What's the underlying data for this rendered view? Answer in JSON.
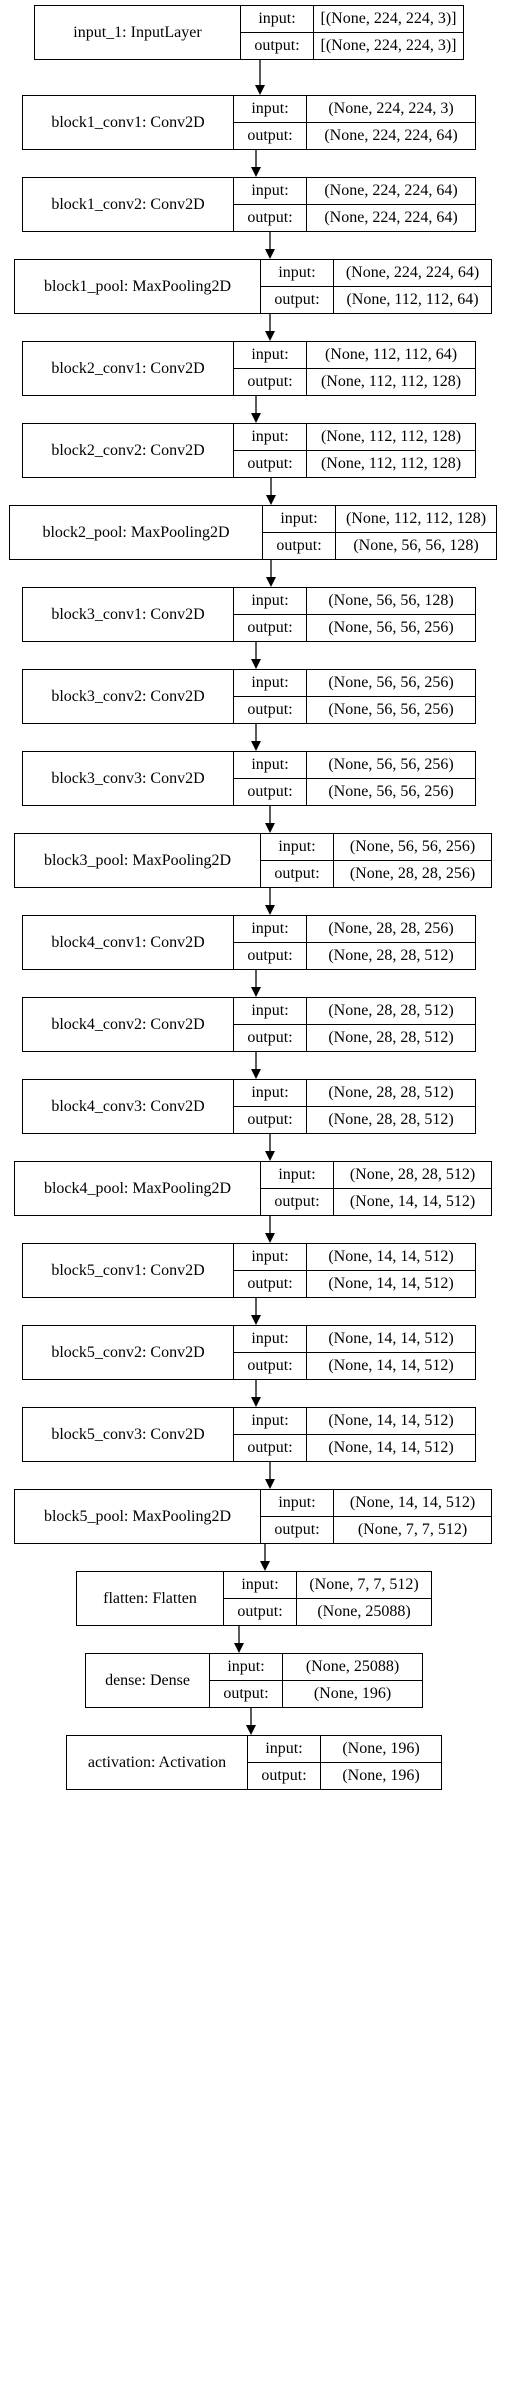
{
  "labels": {
    "input": "input:",
    "output": "output:"
  },
  "nodes": [
    {
      "name": "input_1: InputLayer",
      "input": "[(None, 224, 224, 3)]",
      "output": "[(None, 224, 224, 3)]"
    },
    {
      "name": "block1_conv1: Conv2D",
      "input": "(None, 224, 224, 3)",
      "output": "(None, 224, 224, 64)"
    },
    {
      "name": "block1_conv2: Conv2D",
      "input": "(None, 224, 224, 64)",
      "output": "(None, 224, 224, 64)"
    },
    {
      "name": "block1_pool: MaxPooling2D",
      "input": "(None, 224, 224, 64)",
      "output": "(None, 112, 112, 64)"
    },
    {
      "name": "block2_conv1: Conv2D",
      "input": "(None, 112, 112, 64)",
      "output": "(None, 112, 112, 128)"
    },
    {
      "name": "block2_conv2: Conv2D",
      "input": "(None, 112, 112, 128)",
      "output": "(None, 112, 112, 128)"
    },
    {
      "name": "block2_pool: MaxPooling2D",
      "input": "(None, 112, 112, 128)",
      "output": "(None, 56, 56, 128)"
    },
    {
      "name": "block3_conv1: Conv2D",
      "input": "(None, 56, 56, 128)",
      "output": "(None, 56, 56, 256)"
    },
    {
      "name": "block3_conv2: Conv2D",
      "input": "(None, 56, 56, 256)",
      "output": "(None, 56, 56, 256)"
    },
    {
      "name": "block3_conv3: Conv2D",
      "input": "(None, 56, 56, 256)",
      "output": "(None, 56, 56, 256)"
    },
    {
      "name": "block3_pool: MaxPooling2D",
      "input": "(None, 56, 56, 256)",
      "output": "(None, 28, 28, 256)"
    },
    {
      "name": "block4_conv1: Conv2D",
      "input": "(None, 28, 28, 256)",
      "output": "(None, 28, 28, 512)"
    },
    {
      "name": "block4_conv2: Conv2D",
      "input": "(None, 28, 28, 512)",
      "output": "(None, 28, 28, 512)"
    },
    {
      "name": "block4_conv3: Conv2D",
      "input": "(None, 28, 28, 512)",
      "output": "(None, 28, 28, 512)"
    },
    {
      "name": "block4_pool: MaxPooling2D",
      "input": "(None, 28, 28, 512)",
      "output": "(None, 14, 14, 512)"
    },
    {
      "name": "block5_conv1: Conv2D",
      "input": "(None, 14, 14, 512)",
      "output": "(None, 14, 14, 512)"
    },
    {
      "name": "block5_conv2: Conv2D",
      "input": "(None, 14, 14, 512)",
      "output": "(None, 14, 14, 512)"
    },
    {
      "name": "block5_conv3: Conv2D",
      "input": "(None, 14, 14, 512)",
      "output": "(None, 14, 14, 512)"
    },
    {
      "name": "block5_pool: MaxPooling2D",
      "input": "(None, 14, 14, 512)",
      "output": "(None, 7, 7, 512)"
    },
    {
      "name": "flatten: Flatten",
      "input": "(None, 7, 7, 512)",
      "output": "(None, 25088)"
    },
    {
      "name": "dense: Dense",
      "input": "(None, 25088)",
      "output": "(None, 196)"
    },
    {
      "name": "activation: Activation",
      "input": "(None, 196)",
      "output": "(None, 196)"
    }
  ]
}
